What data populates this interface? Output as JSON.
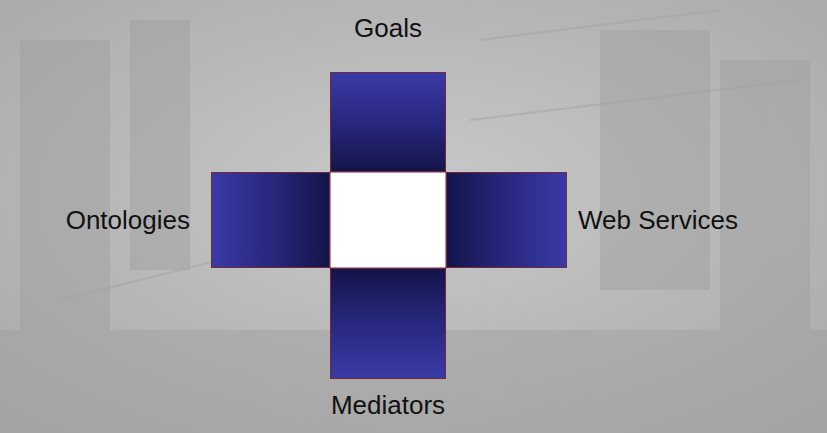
{
  "diagram": {
    "nodes": [
      {
        "text": [
          "Goals"
        ]
      },
      {
        "text": [
          "Ontologies"
        ]
      },
      {
        "text": [
          "Web Services"
        ]
      },
      {
        "text": [
          "Mediators"
        ]
      }
    ]
  }
}
